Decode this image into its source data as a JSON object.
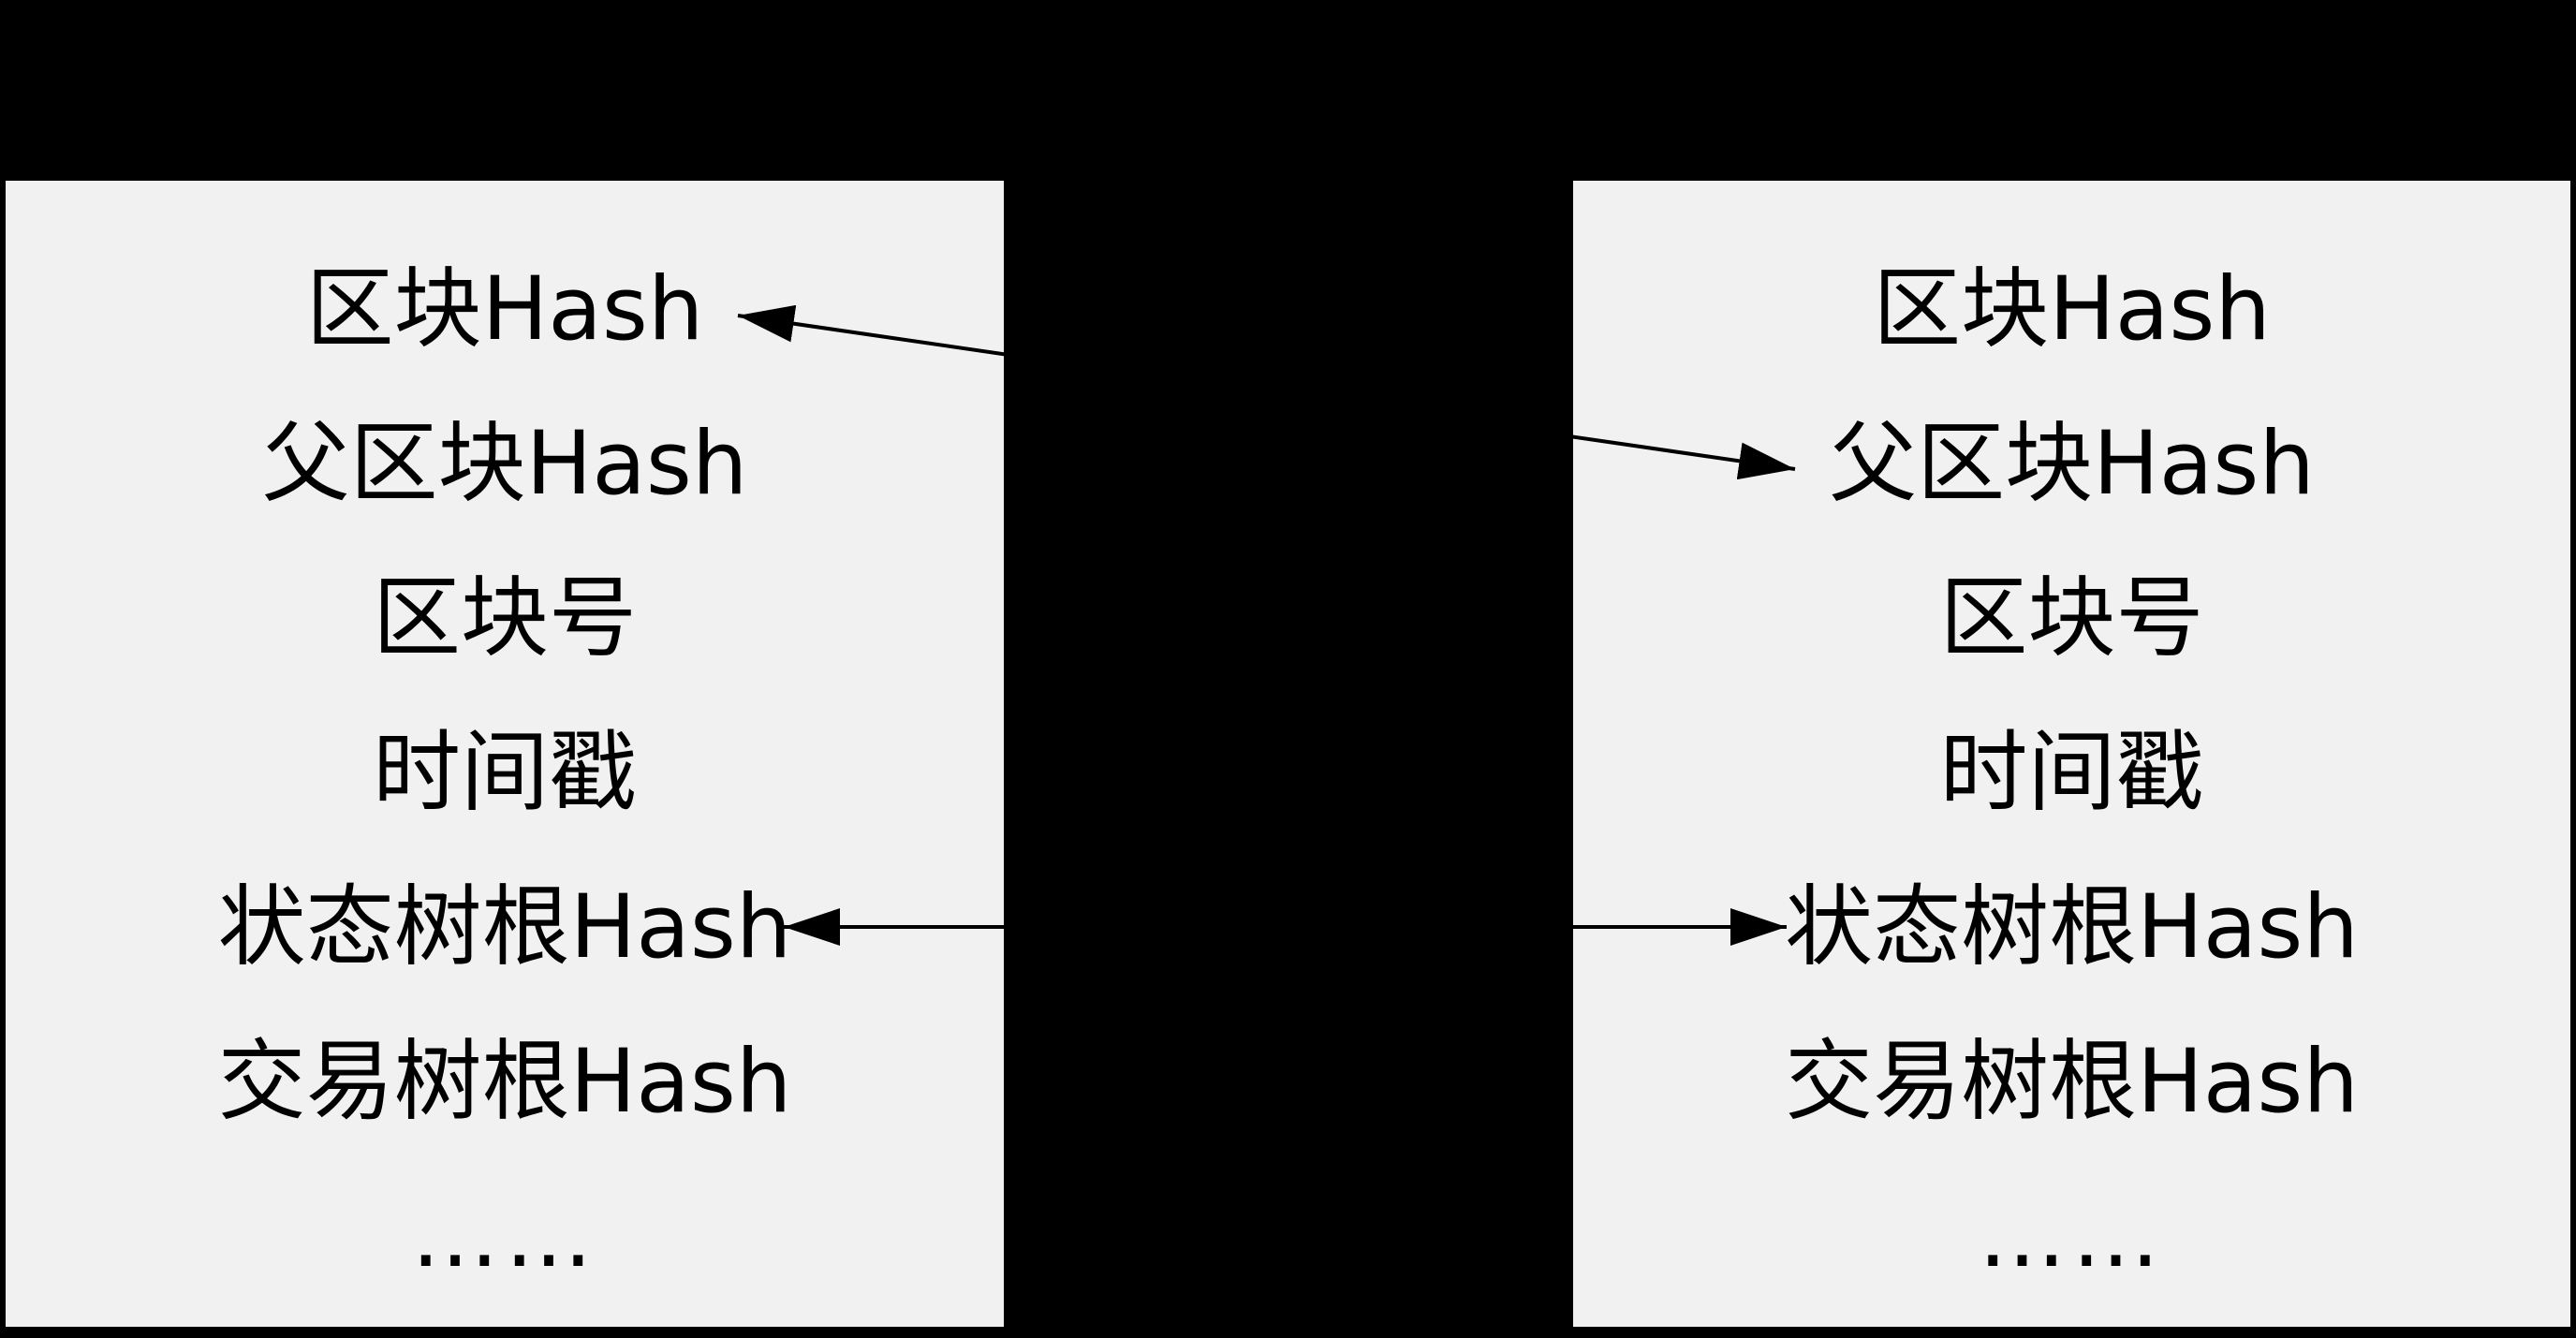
{
  "colors": {
    "background": "#000000",
    "block_fill": "#f1f1f1",
    "text": "#000000",
    "arrow": "#000000"
  },
  "block_left": {
    "rows": [
      "区块Hash",
      "父区块Hash",
      "区块号",
      "时间戳",
      "状态树根Hash",
      "交易树根Hash",
      "……"
    ]
  },
  "block_right": {
    "rows": [
      "区块Hash",
      "父区块Hash",
      "区块号",
      "时间戳",
      "状态树根Hash",
      "交易树根Hash",
      "……"
    ]
  },
  "arrows": [
    {
      "name": "block-hash-link-arrow",
      "from_field": "父区块Hash",
      "from_block": "right",
      "to_field": "区块Hash",
      "to_block": "left",
      "double_headed": true
    },
    {
      "name": "state-root-hash-link-arrow",
      "from_field": "状态树根Hash",
      "from_block": "left",
      "to_field": "状态树根Hash",
      "to_block": "right",
      "double_headed": true
    }
  ]
}
